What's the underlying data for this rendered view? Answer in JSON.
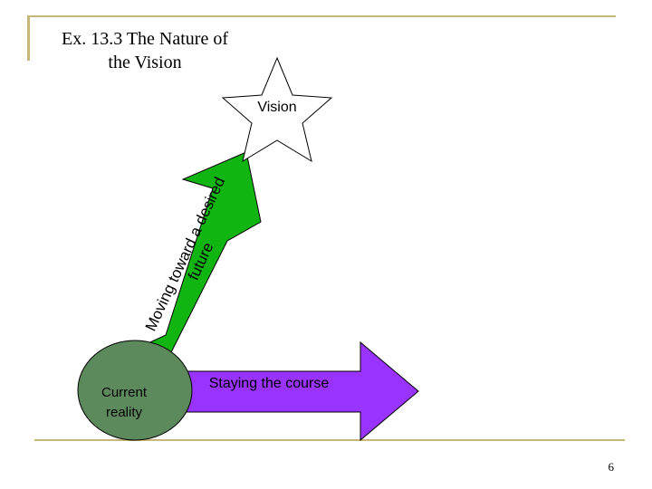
{
  "slide": {
    "title_line1": "Ex. 13.3 The Nature of",
    "title_line2": "the Vision",
    "page_number": "6"
  },
  "diagram": {
    "vision_label": "Vision",
    "current_reality_line1": "Current",
    "current_reality_line2": "reality",
    "staying_label": "Staying the course",
    "moving_line1": "Moving toward a desired",
    "moving_line2": "future",
    "colors": {
      "green_arrow": "#11b511",
      "purple_arrow": "#9933ff",
      "ellipse": "#5d8a5d",
      "star_fill": "#ffffff",
      "rule": "#c8b77a"
    }
  }
}
